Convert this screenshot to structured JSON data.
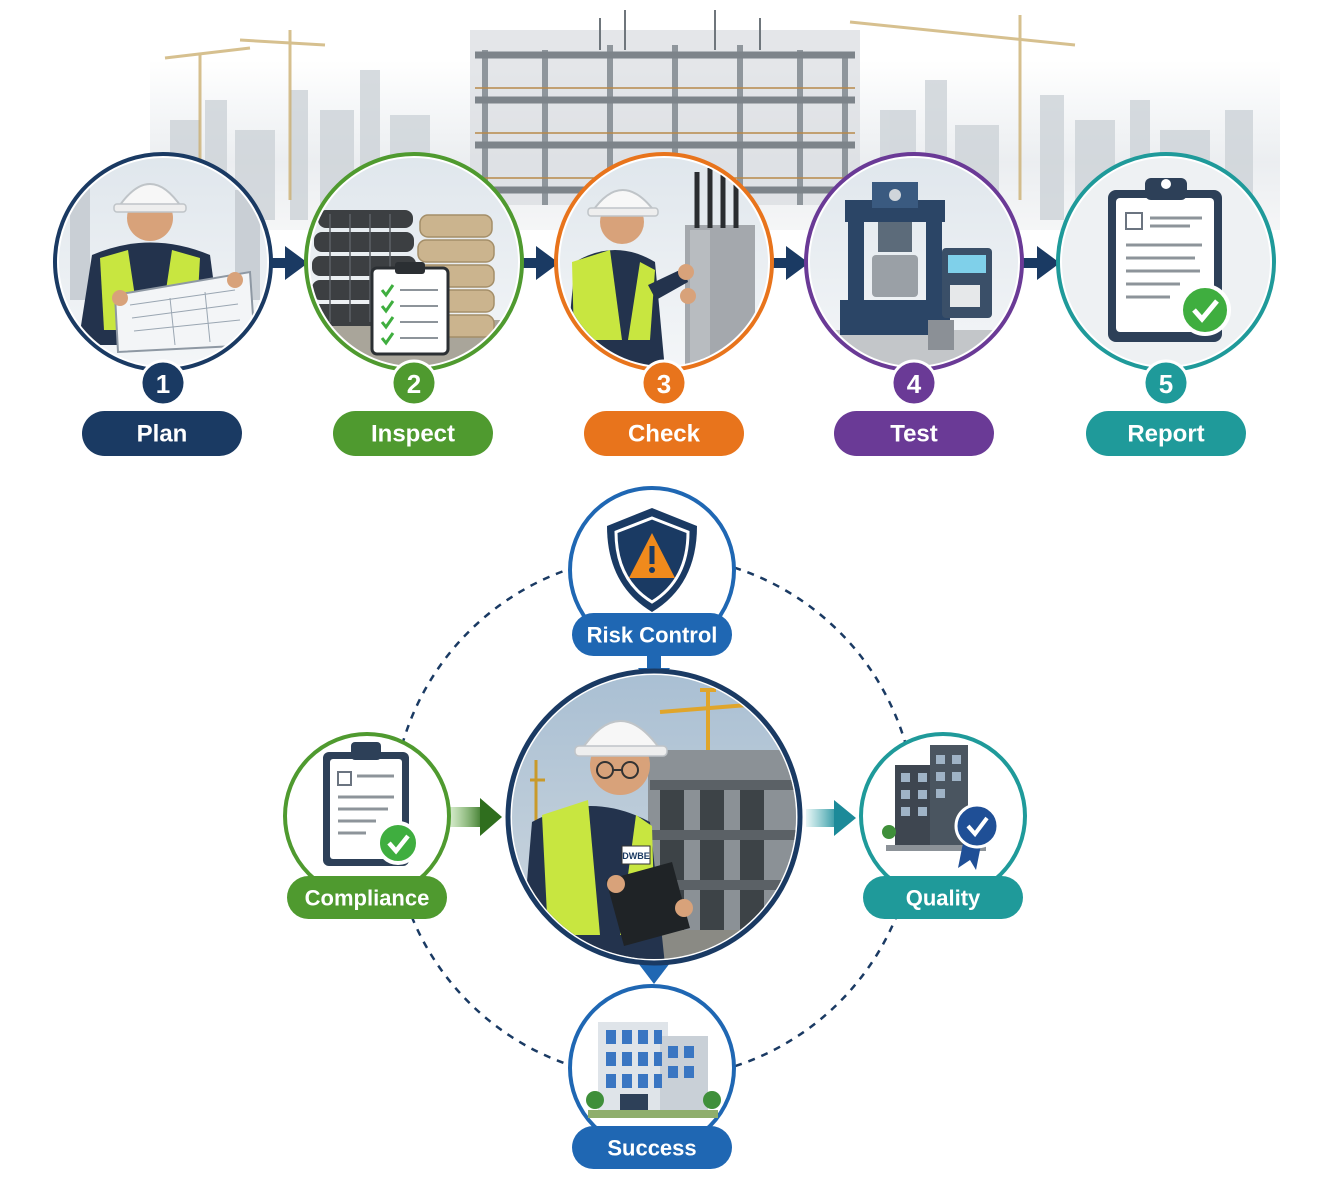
{
  "colors": {
    "navy": "#1a3a63",
    "green": "#4f9a2f",
    "orange": "#e8741c",
    "purple": "#6a3a96",
    "teal": "#1f9a9a",
    "blue": "#1f67b3",
    "vest": "#c8e640",
    "check_green": "#3fae3f",
    "warning_orange": "#f08a1c"
  },
  "process": {
    "steps": [
      {
        "number": "1",
        "label": "Plan",
        "color": "#1a3a63",
        "icon": "worker-reading-blueprint-icon"
      },
      {
        "number": "2",
        "label": "Inspect",
        "color": "#4f9a2f",
        "icon": "materials-checklist-icon"
      },
      {
        "number": "3",
        "label": "Check",
        "color": "#e8741c",
        "icon": "worker-checking-column-icon"
      },
      {
        "number": "4",
        "label": "Test",
        "color": "#6a3a96",
        "icon": "compression-testing-machine-icon"
      },
      {
        "number": "5",
        "label": "Report",
        "color": "#1f9a9a",
        "icon": "clipboard-check-icon"
      }
    ]
  },
  "cycle": {
    "risk": {
      "label": "Risk Control",
      "color": "#1f67b3",
      "icon": "shield-warning-icon"
    },
    "compliance": {
      "label": "Compliance",
      "color": "#4f9a2f",
      "icon": "clipboard-check-icon"
    },
    "quality": {
      "label": "Quality",
      "color": "#1f9a9a",
      "icon": "building-badge-icon"
    },
    "success": {
      "label": "Success",
      "color": "#1f67b3",
      "icon": "office-building-icon"
    },
    "center": {
      "badge": "DWBE",
      "icon": "engineer-with-tablet-icon"
    }
  }
}
